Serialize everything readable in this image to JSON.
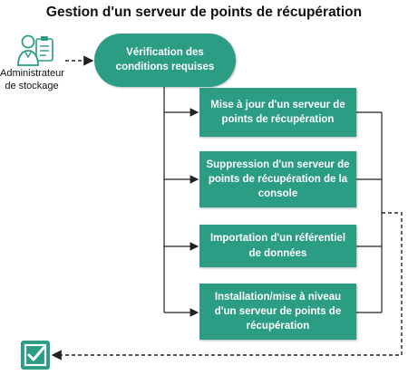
{
  "title": "Gestion d'un serveur de points de récupération",
  "actor": {
    "icon": "administrator-icon",
    "label_line1": "Administrateur",
    "label_line2": "de stockage"
  },
  "start_step": {
    "line1": "Vérification des",
    "line2": "conditions requises"
  },
  "steps": [
    {
      "line1": "Mise à jour d'un serveur de",
      "line2": "points de récupération"
    },
    {
      "line1": "Suppression d'un serveur de",
      "line2": "points de récupération de la",
      "line3": "console"
    },
    {
      "line1": "Importation d'un référentiel",
      "line2": "de données"
    },
    {
      "line1": "Installation/mise à niveau",
      "line2": "d'un serveur de points de",
      "line3": "récupération"
    }
  ],
  "end_icon": "checkmark-icon",
  "colors": {
    "step_fill": "#2a9d84",
    "text": "#ffffff",
    "connector": "#333333"
  }
}
